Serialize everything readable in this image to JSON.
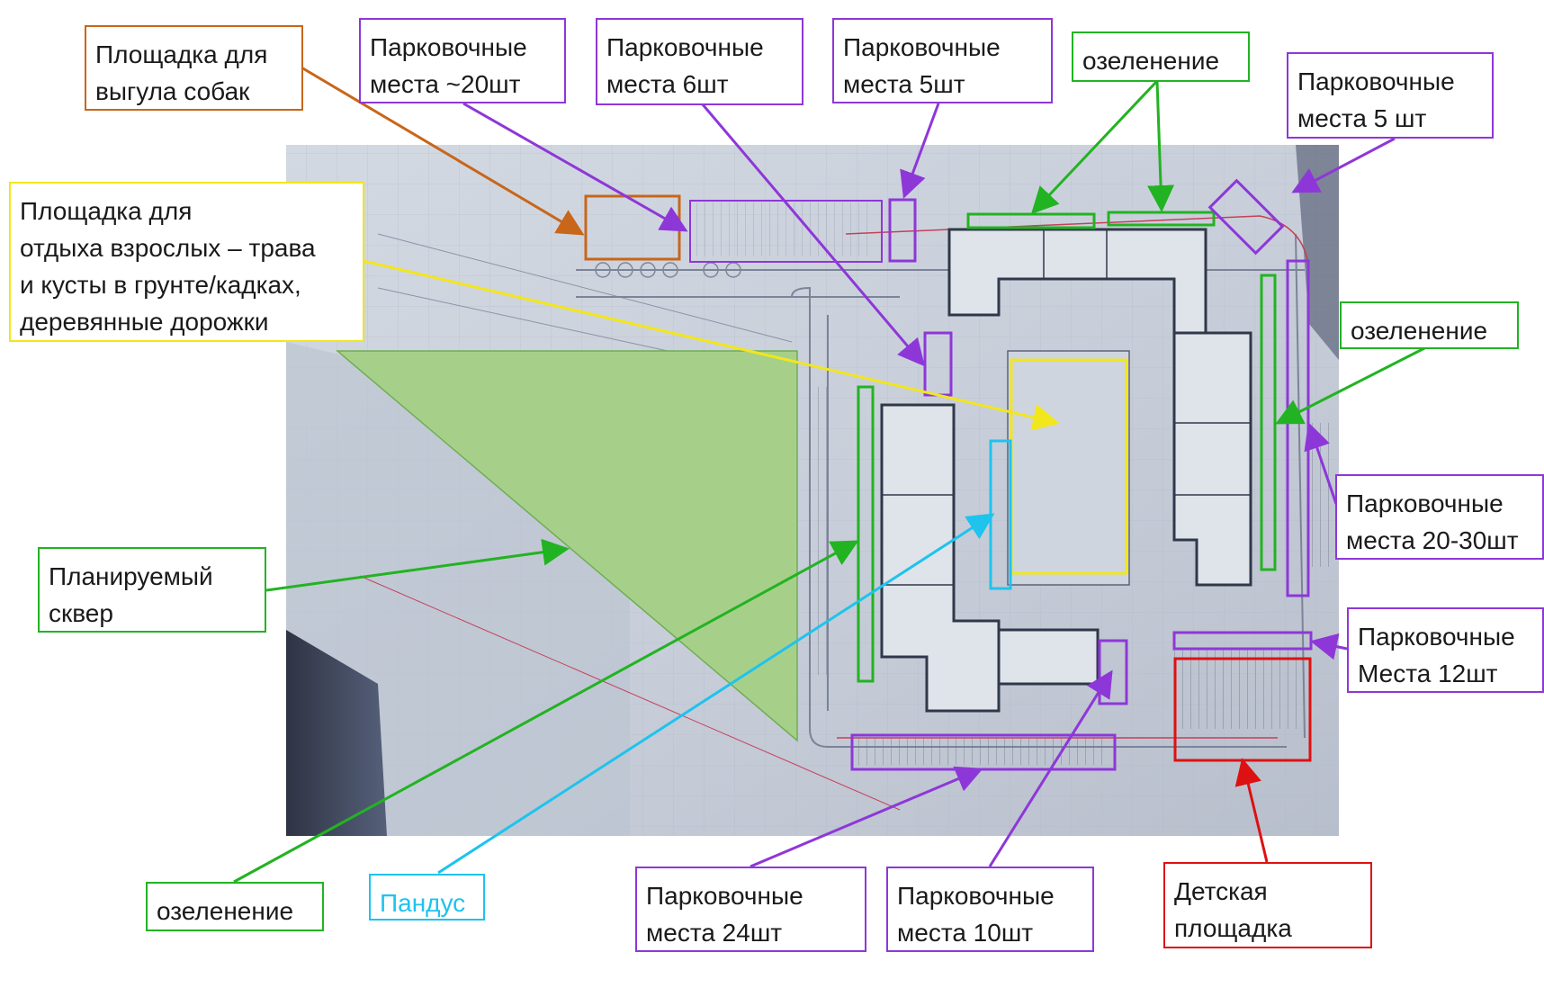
{
  "labels": {
    "dog_area": "Площадка для\nвыгула собак",
    "parking_20": "Парковочные\nместа ~20шт",
    "parking_6": "Парковочные\nместа 6шт",
    "parking_5_top": "Парковочные\nместа 5шт",
    "greening_top": "озеленение",
    "parking_5_right": "Парковочные\nместа 5 шт",
    "adult_area": "Площадка для\nотдыха взрослых – трава\nи кусты в грунте/кадках,\nдеревянные дорожки",
    "greening_right": "озеленение",
    "parking_20_30": "Парковочные\nместа 20-30шт",
    "planned_square": "Планируемый\nсквер",
    "parking_12": "Парковочные\nМеста 12шт",
    "greening_bottom": "озеленение",
    "ramp": "Пандус",
    "parking_24": "Парковочные\nместа 24шт",
    "parking_10": "Парковочные\nместа 10шт",
    "playground": "Детская\nплощадка"
  },
  "colors": {
    "parking": "#8e37d8",
    "greening": "#22b322",
    "dog_area": "#c8661a",
    "adult_area": "#f2e61c",
    "ramp": "#1ec3ee",
    "playground": "#dd1111",
    "square_fill": "#a6d08a"
  }
}
